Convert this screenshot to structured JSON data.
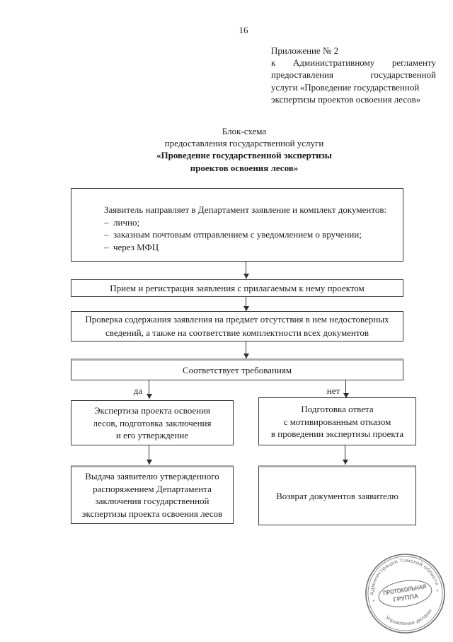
{
  "page": {
    "number": "16",
    "colors": {
      "text": "#1c1c1c",
      "box_border": "#3a3a3a",
      "box_border_shadow": "#ababab",
      "stamp_ink": "#565656"
    }
  },
  "annex_header": {
    "lines": [
      "Приложение № 2",
      "к Административному регламенту",
      "предоставления государственной",
      "услуги «Проведение государственной",
      "экспертизы проектов освоения лесов»"
    ]
  },
  "title": {
    "lines": [
      "Блок-схема",
      "предоставления государственной услуги",
      "«Проведение государственной экспертизы",
      "проектов освоения лесов»"
    ]
  },
  "flowchart": {
    "box_submission": {
      "intro": "Заявитель направляет в Департамент заявление и комплект документов:",
      "bullet": "–",
      "items": [
        "лично;",
        "заказным почтовым отправлением с уведомлением о вручении;",
        "через МФЦ"
      ]
    },
    "box_registration": {
      "text": "Прием и регистрация заявления с прилагаемым к нему проектом"
    },
    "box_check": {
      "lines": [
        "Проверка содержания заявления на предмет отсутствия в нем недостоверных",
        "сведений, а также на соответствие комплектности всех документов"
      ]
    },
    "box_decision": {
      "text": "Соответствует требованиям"
    },
    "branch_labels": {
      "yes": "да",
      "no": "нет"
    },
    "box_yes_expertise": {
      "lines": [
        "Экспертиза проекта освоения",
        "лесов, подготовка заключения",
        "и его утверждение"
      ]
    },
    "box_yes_issue": {
      "lines": [
        "Выдача заявителю утвержденного",
        "распоряжением Департамента",
        "заключения государственной",
        "экспертизы проекта освоения лесов"
      ]
    },
    "box_no_refusal": {
      "lines": [
        "Подготовка ответа",
        "с мотивированным отказом",
        "в проведении экспертизы проекта"
      ]
    },
    "box_no_return": {
      "text": "Возврат документов заявителю"
    }
  },
  "stamp": {
    "outer_top": "Администрация Томской области",
    "outer_bottom": "Управление делами",
    "separator_left": "*",
    "separator_right": "*",
    "center_line1": "ПРОТОКОЛЬНАЯ",
    "center_line2": "ГРУППА"
  }
}
